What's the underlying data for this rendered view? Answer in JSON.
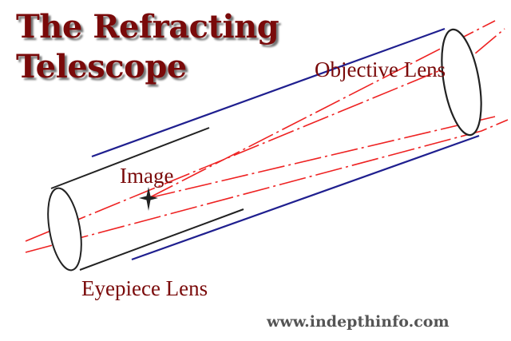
{
  "title": {
    "line1": "The Refracting",
    "line2": "Telescope"
  },
  "labels": {
    "objective_lens": "Objective Lens",
    "image": "Image",
    "eyepiece_lens": "Eyepiece Lens"
  },
  "credit": "www.indepthinfo.com",
  "colors": {
    "title_text": "#7a0a0a",
    "label_text": "#7a0a0a",
    "credit_text": "#555555",
    "main_tube": "#1f1f8f",
    "eyepiece_tube": "#222222",
    "light_rays": "#ee2222",
    "background": "#ffffff"
  }
}
